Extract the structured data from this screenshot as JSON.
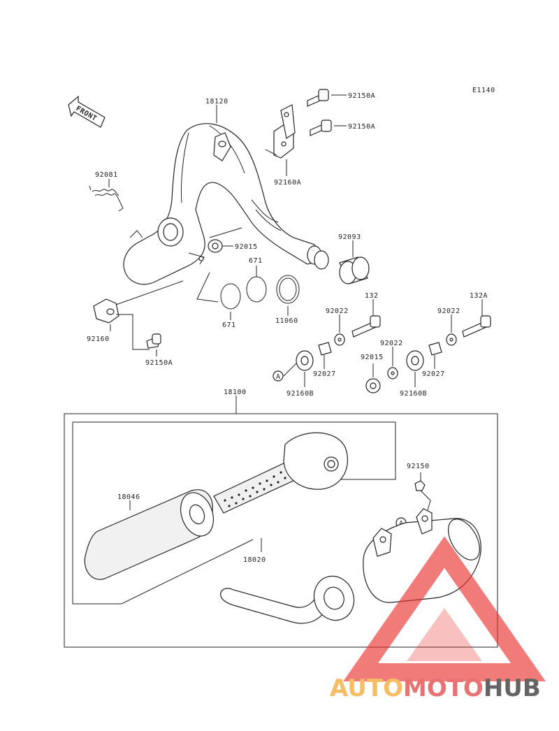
{
  "diagram_code": "E1140",
  "front_label": "FRONT",
  "callout_a": "A",
  "labels": {
    "p18120": "18120",
    "p92150A_1": "92150A",
    "p92150A_2": "92150A",
    "p92160A": "92160A",
    "p92081": "92081",
    "p92015_1": "92015",
    "p92093": "92093",
    "p671_1": "671",
    "p671_2": "671",
    "p11060": "11060",
    "p92022_1": "92022",
    "p132": "132",
    "p92022_2": "92022",
    "p132A": "132A",
    "p92160": "92160",
    "p92150A_3": "92150A",
    "p92022_3": "92022",
    "p92015_2": "92015",
    "p92027_1": "92027",
    "p92027_2": "92027",
    "p92160B_1": "92160B",
    "p92160B_2": "92160B",
    "p18100": "18100",
    "p92150": "92150",
    "p18046": "18046",
    "p18020": "18020"
  },
  "watermark": {
    "part1": "AUTO",
    "part2": "MOTO",
    "part3": "HUB",
    "color1": "#f5b24a",
    "color2": "#e45a5a",
    "color3": "#4a4a4a",
    "triangle_color": "#e8302e"
  }
}
